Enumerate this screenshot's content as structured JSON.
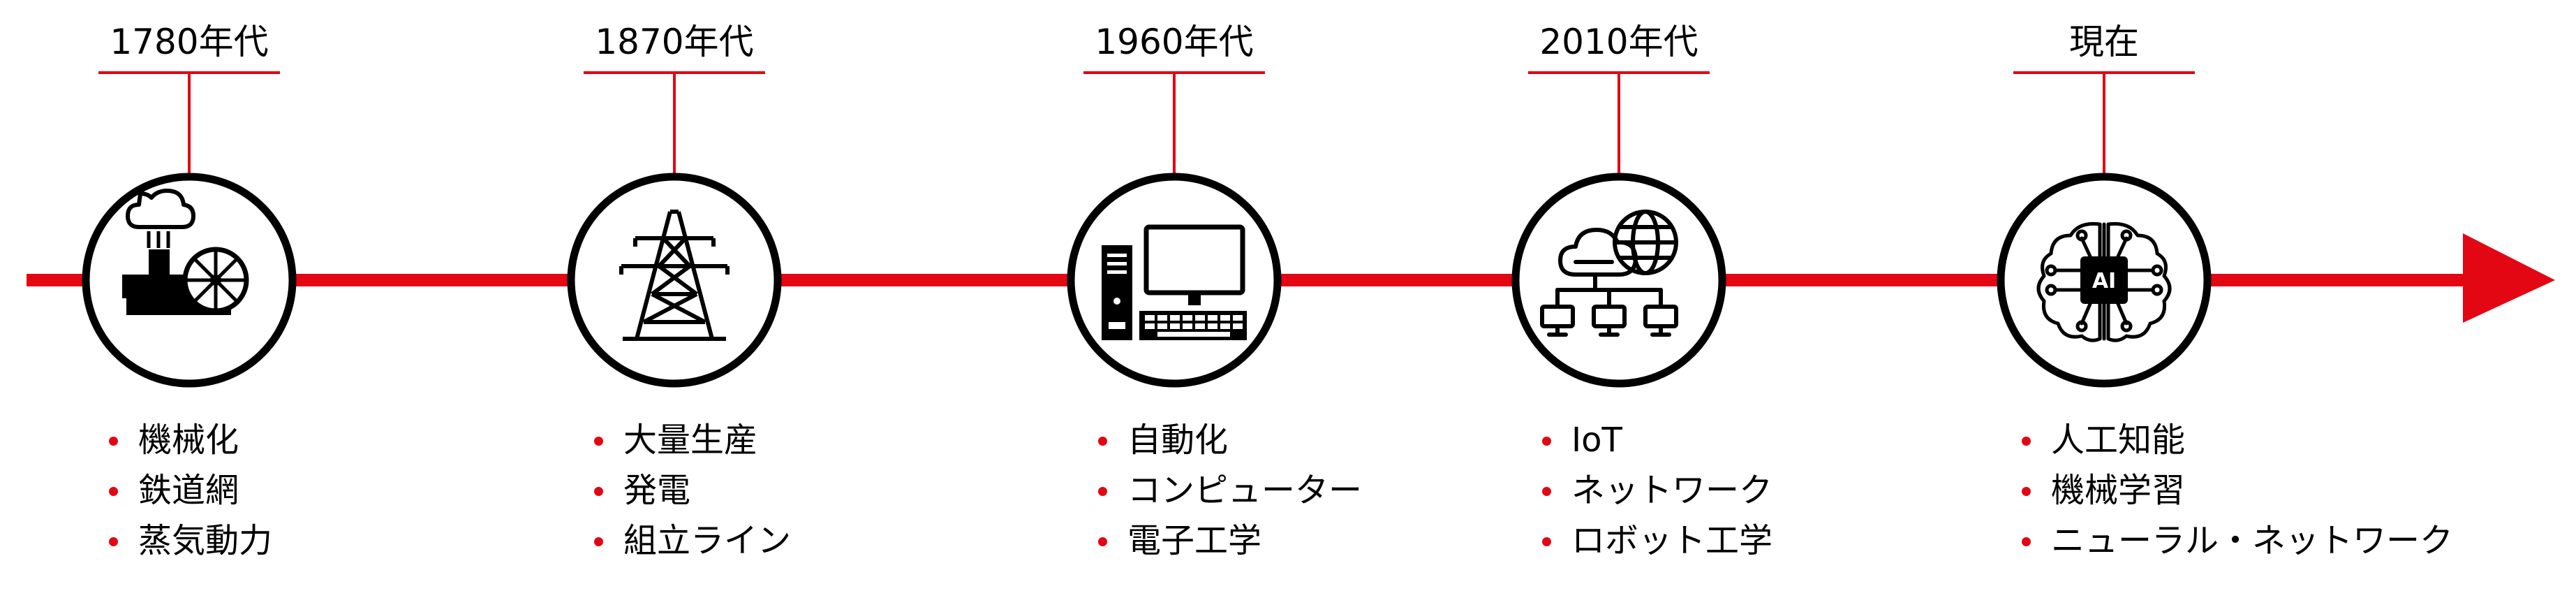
{
  "theme": {
    "accent": "#E30613",
    "ink": "#000000",
    "background": "#FFFFFF"
  },
  "eras": [
    {
      "label": "1780年代",
      "icon": "steam-engine-icon",
      "items": [
        "機械化",
        "鉄道網",
        "蒸気動力"
      ]
    },
    {
      "label": "1870年代",
      "icon": "power-tower-icon",
      "items": [
        "大量生産",
        "発電",
        "組立ライン"
      ]
    },
    {
      "label": "1960年代",
      "icon": "computer-icon",
      "items": [
        "自動化",
        "コンピューター",
        "電子工学"
      ]
    },
    {
      "label": "2010年代",
      "icon": "cloud-network-icon",
      "items": [
        "IoT",
        "ネットワーク",
        "ロボット工学"
      ]
    },
    {
      "label": "現在",
      "icon": "ai-chip-icon",
      "items": [
        "人工知能",
        "機械学習",
        "ニューラル・ネットワーク"
      ]
    }
  ]
}
